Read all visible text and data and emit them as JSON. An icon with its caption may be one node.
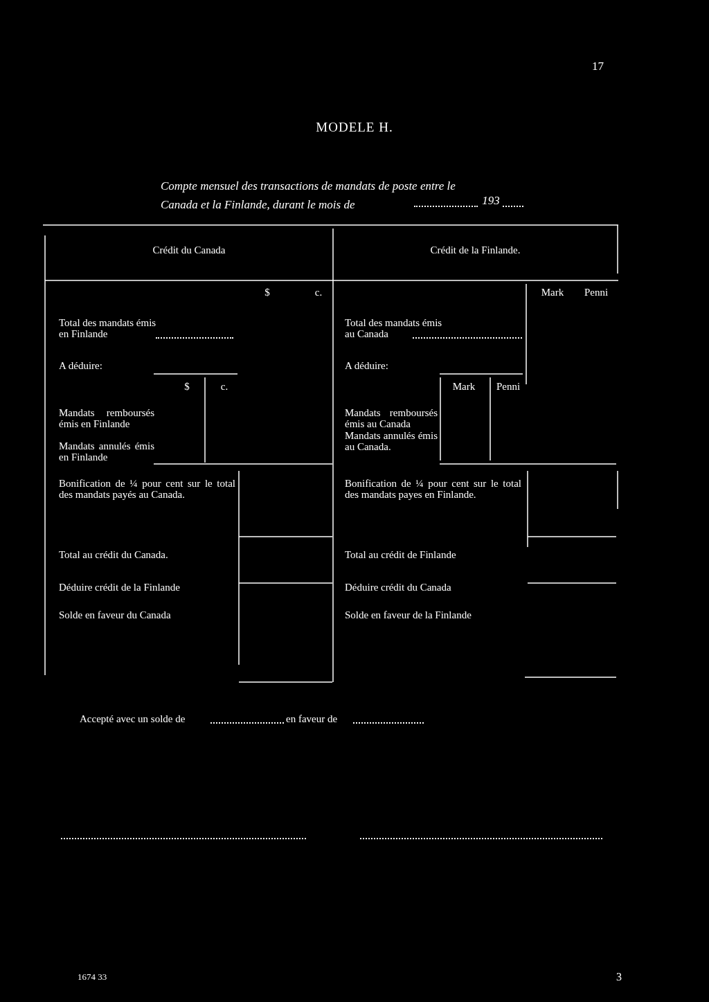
{
  "diagram": {
    "title": "MODELE H.",
    "labels": [
      "17",
      "Compte mensuel des transactions de mandats de poste entre le Canada et la Finlande, durant le mois de",
      "193",
      "Crédit du Canada",
      "Crédit de la Finlande.",
      "$",
      "c.",
      "Mark",
      "Penni",
      "Total des mandats émis en Finlande",
      "Total des mandats émis au Canada",
      "A déduire:",
      "A déduire:",
      "$",
      "c.",
      "Mark",
      "Penni",
      "Mandats remboursés émis en Finlande",
      "Mandats annulés émis en Finlande",
      "Mandats remboursés émis au Canada",
      "Mandats annulés émis au Canada.",
      "Bonification de ¼ pour cent sur le total des mandats payés au Canada.",
      "Bonification de ¼ pour cent sur le total des mandats payes en Finlande.",
      "Total au crédit du Canada.",
      "Total au crédit de Finlande",
      "Déduire crédit de la Finlande",
      "Déduire crédit du Canada",
      "Solde en faveur du Canada",
      "Solde en faveur de la Finlande",
      "Accepté avec un solde de",
      "en faveur de",
      "1674 33",
      "3"
    ]
  }
}
